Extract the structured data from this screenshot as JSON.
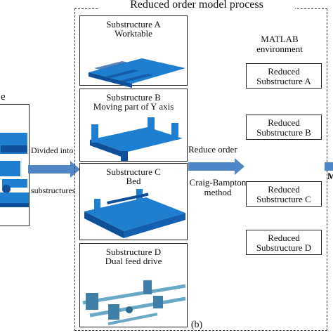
{
  "process_title": "Reduced order model process",
  "left_partial_label": "e",
  "divided_label": "Divided into",
  "divided_label2": "substructures",
  "reduce_label": "Reduce order",
  "method_label1": "Craig-Bampton",
  "method_label2": "method",
  "matlab_label1": "MATLAB",
  "matlab_label2": "environment",
  "figure_label": "(b)",
  "right_edge_glyph": "M",
  "substructures": [
    {
      "line1": "Substructure A",
      "line2": "Worktable"
    },
    {
      "line1": "Substructure B",
      "line2": "Moving part of Y axis"
    },
    {
      "line1": "Substructure C",
      "line2": "Bed"
    },
    {
      "line1": "Substructure D",
      "line2": "Dual feed drive"
    }
  ],
  "reduced": [
    {
      "line1": "Reduced",
      "line2": "Substructure A"
    },
    {
      "line1": "Reduced",
      "line2": "Substructure B"
    },
    {
      "line1": "Reduced",
      "line2": "Substructure C"
    },
    {
      "line1": "Reduced",
      "line2": "Substructure D"
    }
  ],
  "colors": {
    "mesh_blue": "#1e7fd0",
    "mesh_dark": "#0f4f9a",
    "arrow_blue": "#4f86c6",
    "feed_drive": "#6aa8c8"
  }
}
